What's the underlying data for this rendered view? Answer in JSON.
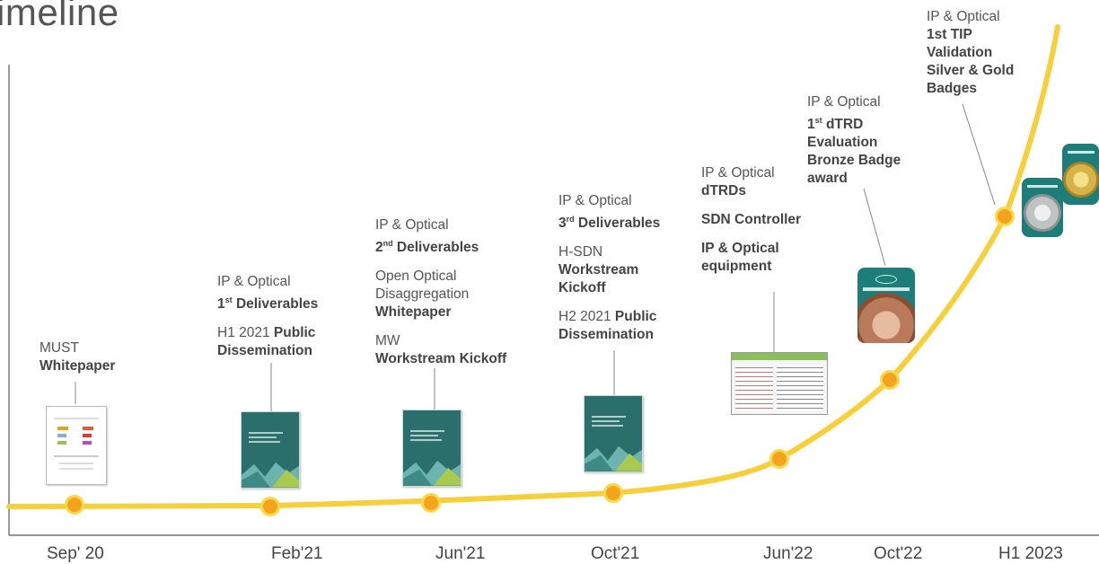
{
  "title": "imeline",
  "dates": [
    "Sep' 20",
    "Feb'21",
    "Jun'21",
    "Oct'21",
    "Jun'22",
    "Oct'22",
    "H1 2023"
  ],
  "milestones": [
    {
      "l1": "MUST",
      "l2": "Whitepaper"
    },
    {
      "l1": "IP & Optical",
      "sup": "st",
      "l2a": "1",
      "l2b": " Deliverables",
      "l3": "H1 2021 ",
      "l3b": "Public",
      "l4": "Dissemination"
    },
    {
      "l1": "IP & Optical",
      "l2a": "2",
      "sup": "nd",
      "l2b": " Deliverables",
      "l3": "Open Optical",
      "l4": "Disaggregation",
      "l5": "Whitepaper",
      "l6": "MW",
      "l7": "Workstream Kickoff"
    },
    {
      "l1": "IP & Optical",
      "l2a": "3",
      "sup": "rd",
      "l2b": "  Deliverables",
      "l3": "H-SDN",
      "l4": "Workstream",
      "l5": "Kickoff",
      "l6": "H2 2021 ",
      "l6b": "Public",
      "l7": "Dissemination"
    },
    {
      "l1": "IP & Optical",
      "l2": "dTRDs",
      "l3": "SDN Controller",
      "l4": "IP & Optical",
      "l5": "equipment"
    },
    {
      "l1": "IP & Optical",
      "l2a": "1",
      "sup": "st",
      "l2b": " dTRD",
      "l3": "Evaluation",
      "l4": "Bronze Badge",
      "l5": "award"
    },
    {
      "l1": "IP & Optical",
      "l2": "1st TIP",
      "l3": "Validation",
      "l4": "Silver & Gold",
      "l5": "Badges"
    }
  ],
  "colors": {
    "curve": "#f6cf3a",
    "dot": "#f3a31d",
    "dot_ring": "#fbd74a",
    "doc": "#2a6f6c",
    "bronze": "#b87a5a",
    "silver": "#bfc3c4",
    "gold": "#d6b24a"
  },
  "icons": [
    "whitepaper-thumbnail",
    "deliverable-doc-thumbnail",
    "dtrd-sheet-thumbnail",
    "tip-badge"
  ]
}
